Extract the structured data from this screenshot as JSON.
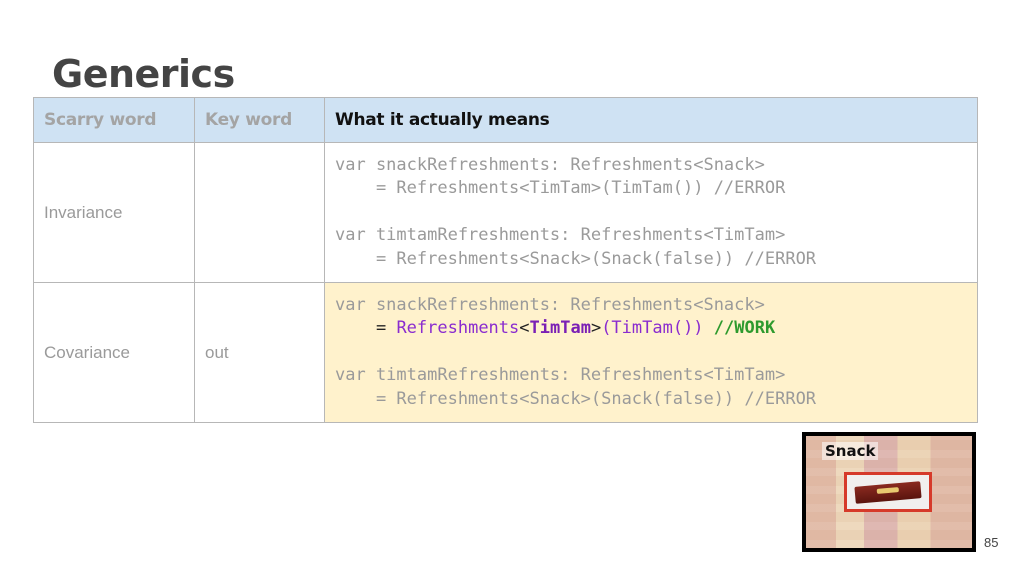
{
  "slide": {
    "title": "Generics",
    "page_number": "85"
  },
  "table": {
    "headers": [
      "Scarry word",
      "Key word",
      "What it actually means"
    ],
    "rows": [
      {
        "scary_word": "Invariance",
        "key_word": "",
        "code": [
          "var snackRefreshments: Refreshments<Snack>",
          "    = Refreshments<TimTam>(TimTam()) //ERROR",
          "",
          "var timtamRefreshments: Refreshments<TimTam>",
          "    = Refreshments<Snack>(Snack(false)) //ERROR"
        ]
      },
      {
        "scary_word": "Covariance",
        "key_word": "out",
        "code_line1": "var snackRefreshments: Refreshments<Snack>",
        "code_line2": {
          "indent": "    ",
          "eq": "= ",
          "cls": "Refreshments",
          "lt": "<",
          "type": "TimTam",
          "gt": ">",
          "args": "(TimTam()) ",
          "comment": "//WORK"
        },
        "code_line4": "var timtamRefreshments: Refreshments<TimTam>",
        "code_line5": "    = Refreshments<Snack>(Snack(false)) //ERROR"
      }
    ]
  },
  "image": {
    "label": "Snack"
  },
  "colors": {
    "header_bg": "#cfe2f3",
    "highlight_row_bg": "#fff2cc",
    "border": "#b7b7b7",
    "purple": "#8a2ccf",
    "green": "#2e9a2e",
    "frame_highlight": "#d63a2a"
  }
}
